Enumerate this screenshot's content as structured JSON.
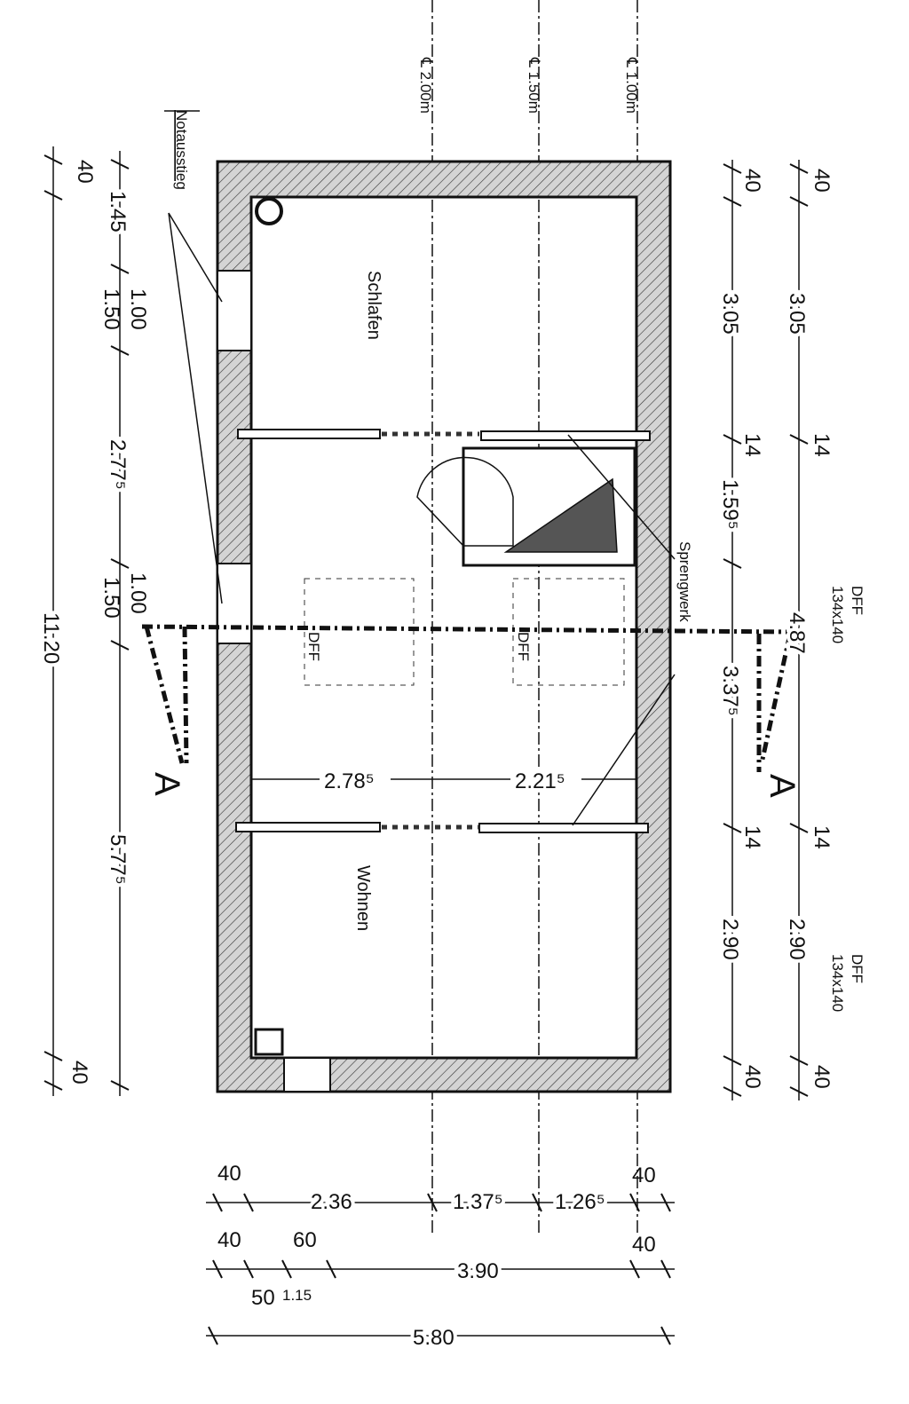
{
  "rooms": {
    "schlafen": "Schlafen",
    "wohnen": "Wohnen"
  },
  "annotations": {
    "notausstieg": "Notausstieg",
    "sprengwerk": "Sprengwerk",
    "dff": "DFF",
    "dff_size": "134x140",
    "section_mark": "A"
  },
  "centerlines": [
    "℄ 2.00m",
    "℄ 1.50m",
    "℄ 1.00m"
  ],
  "dims_left_outer": [
    "40",
    "11.20",
    "40"
  ],
  "dims_left_inner": [
    "1.45",
    "1.00",
    "1.50",
    "2.77⁵",
    "1.00",
    "1.50",
    "5.77⁵"
  ],
  "dims_right_inner": [
    "40",
    "3.05",
    "14",
    "1.59⁵",
    "3.37⁵",
    "14",
    "2.90",
    "40"
  ],
  "dims_right_outer": [
    "40",
    "3.05",
    "14",
    "4.87",
    "14",
    "2.90",
    "40"
  ],
  "dims_interior": [
    "2.78⁵",
    "2.21⁵"
  ],
  "dims_bottom_1": [
    "40",
    "2.36",
    "1.37⁵",
    "1.26⁵",
    "40"
  ],
  "dims_bottom_2": [
    "40",
    "60",
    "3.90",
    "40",
    "50",
    "1.15"
  ],
  "dims_bottom_3": [
    "5.80"
  ]
}
